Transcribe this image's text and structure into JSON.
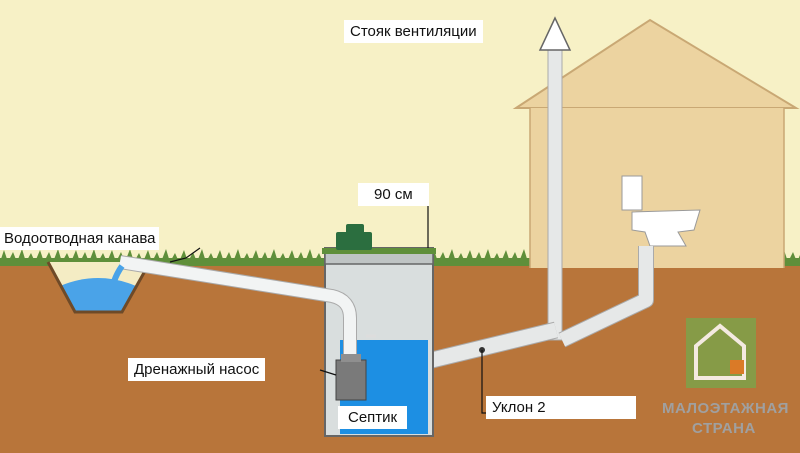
{
  "labels": {
    "vent_stack": "Стояк вентиляции",
    "height": "90 см",
    "drainage_ditch": "Водоотводная канава",
    "drainage_pump": "Дренажный насос",
    "septic": "Септик",
    "slope": "Уклон 2"
  },
  "watermark": {
    "line1": "МАЛОЭТАЖНАЯ",
    "line2": "СТРАНА"
  },
  "colors": {
    "sky": "#f7f1c6",
    "soil": "#b8753a",
    "grass": "#5f8f3a",
    "house": "#ecd3a0",
    "roof_outline": "#c9a874",
    "pipe": "#e6e8e8",
    "tank": "#d9dede",
    "water": "#1d8fe3",
    "lid": "#2b6e3f",
    "pump": "#7a7a7a",
    "logo": "#7ea24a",
    "logo_accent": "#e07b24"
  }
}
